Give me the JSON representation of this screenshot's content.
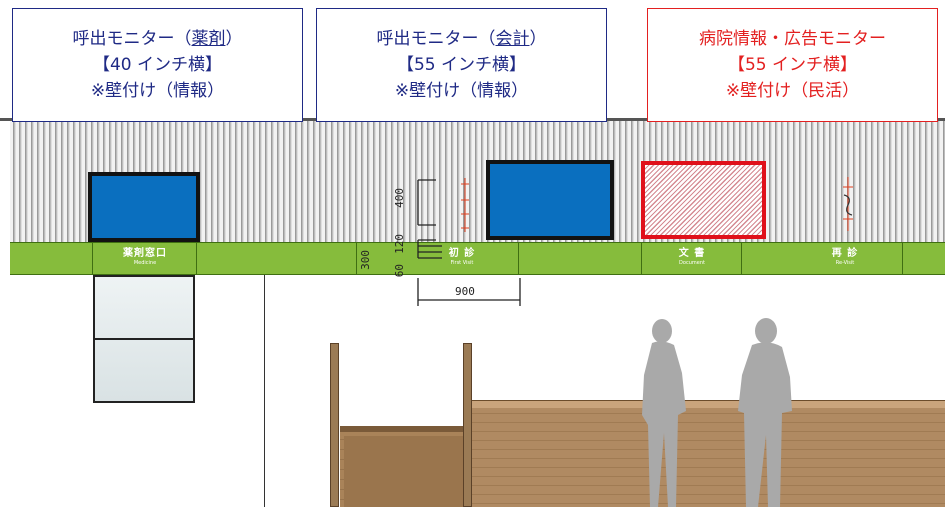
{
  "labels": {
    "pharmacy": {
      "line1_prefix": "呼出モニター（",
      "line1_u": "薬剤",
      "line1_suffix": "）",
      "line2": "【40 インチ横】",
      "line3": "※壁付け（情報）"
    },
    "cashier": {
      "line1_prefix": "呼出モニター（",
      "line1_u": "会計",
      "line1_suffix": "）",
      "line2": "【55 インチ横】",
      "line3": "※壁付け（情報）"
    },
    "info_ad": {
      "line1": "病院情報・広告モニター",
      "line2": "【55 インチ横】",
      "line3": "※壁付け（民活）"
    }
  },
  "signs": {
    "pharmacy": {
      "ja": "薬剤窓口",
      "en": "Medicine"
    },
    "first_visit": {
      "ja": "初 診",
      "en": "First Visit"
    },
    "documents": {
      "ja": "文 書",
      "en": "Document"
    },
    "revisit": {
      "ja": "再 診",
      "en": "Re-Visit"
    }
  },
  "dimensions": {
    "d400": "400",
    "d120": "120",
    "d60": "60",
    "d300": "300",
    "d900": "900"
  },
  "colors": {
    "monitor": "#0a6fbf",
    "ad_monitor": "#e0101a",
    "label_blue": "#1f2a85",
    "label_red": "#e32020",
    "sign_band": "#86bc3c",
    "counter": "#b08a62"
  }
}
